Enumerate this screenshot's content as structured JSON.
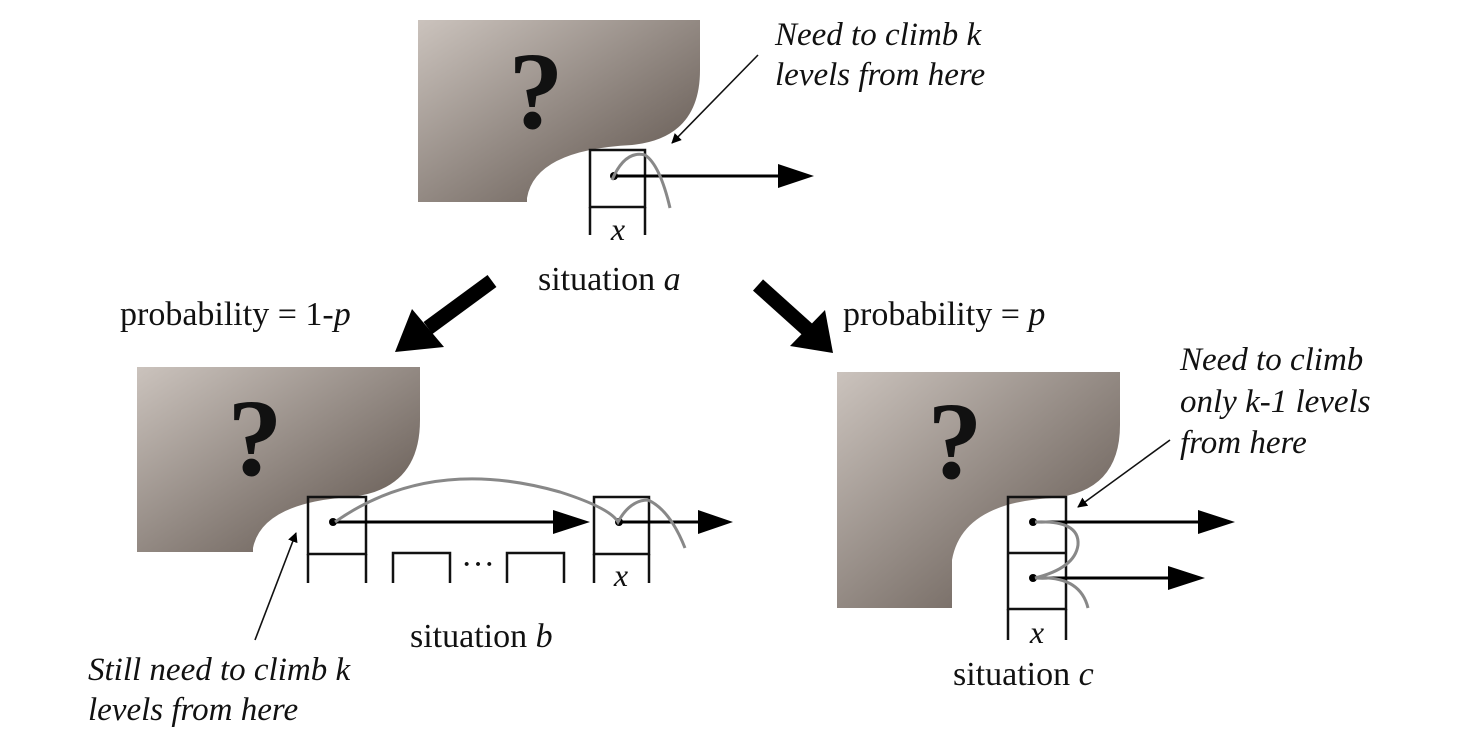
{
  "situation_a": {
    "label": "situation",
    "var": "a",
    "question_mark": "?",
    "node_label": "x",
    "note_line1": "Need to climb k",
    "note_line2": "levels from here"
  },
  "left_branch": {
    "prob_text": "probability = 1-",
    "prob_var": "p"
  },
  "right_branch": {
    "prob_text": "probability = ",
    "prob_var": "p"
  },
  "situation_b": {
    "label": "situation",
    "var": "b",
    "question_mark": "?",
    "node_label": "x",
    "ellipsis": "···",
    "note_line1": "Still need to climb k",
    "note_line2": "levels from here"
  },
  "situation_c": {
    "label": "situation",
    "var": "c",
    "question_mark": "?",
    "node_label": "x",
    "note_line1": "Need to climb",
    "note_line2": "only k-1 levels",
    "note_line3": "from here"
  },
  "colors": {
    "blob_light": "#cbc3bd",
    "blob_dark": "#5a4f48",
    "curve": "#888888"
  }
}
